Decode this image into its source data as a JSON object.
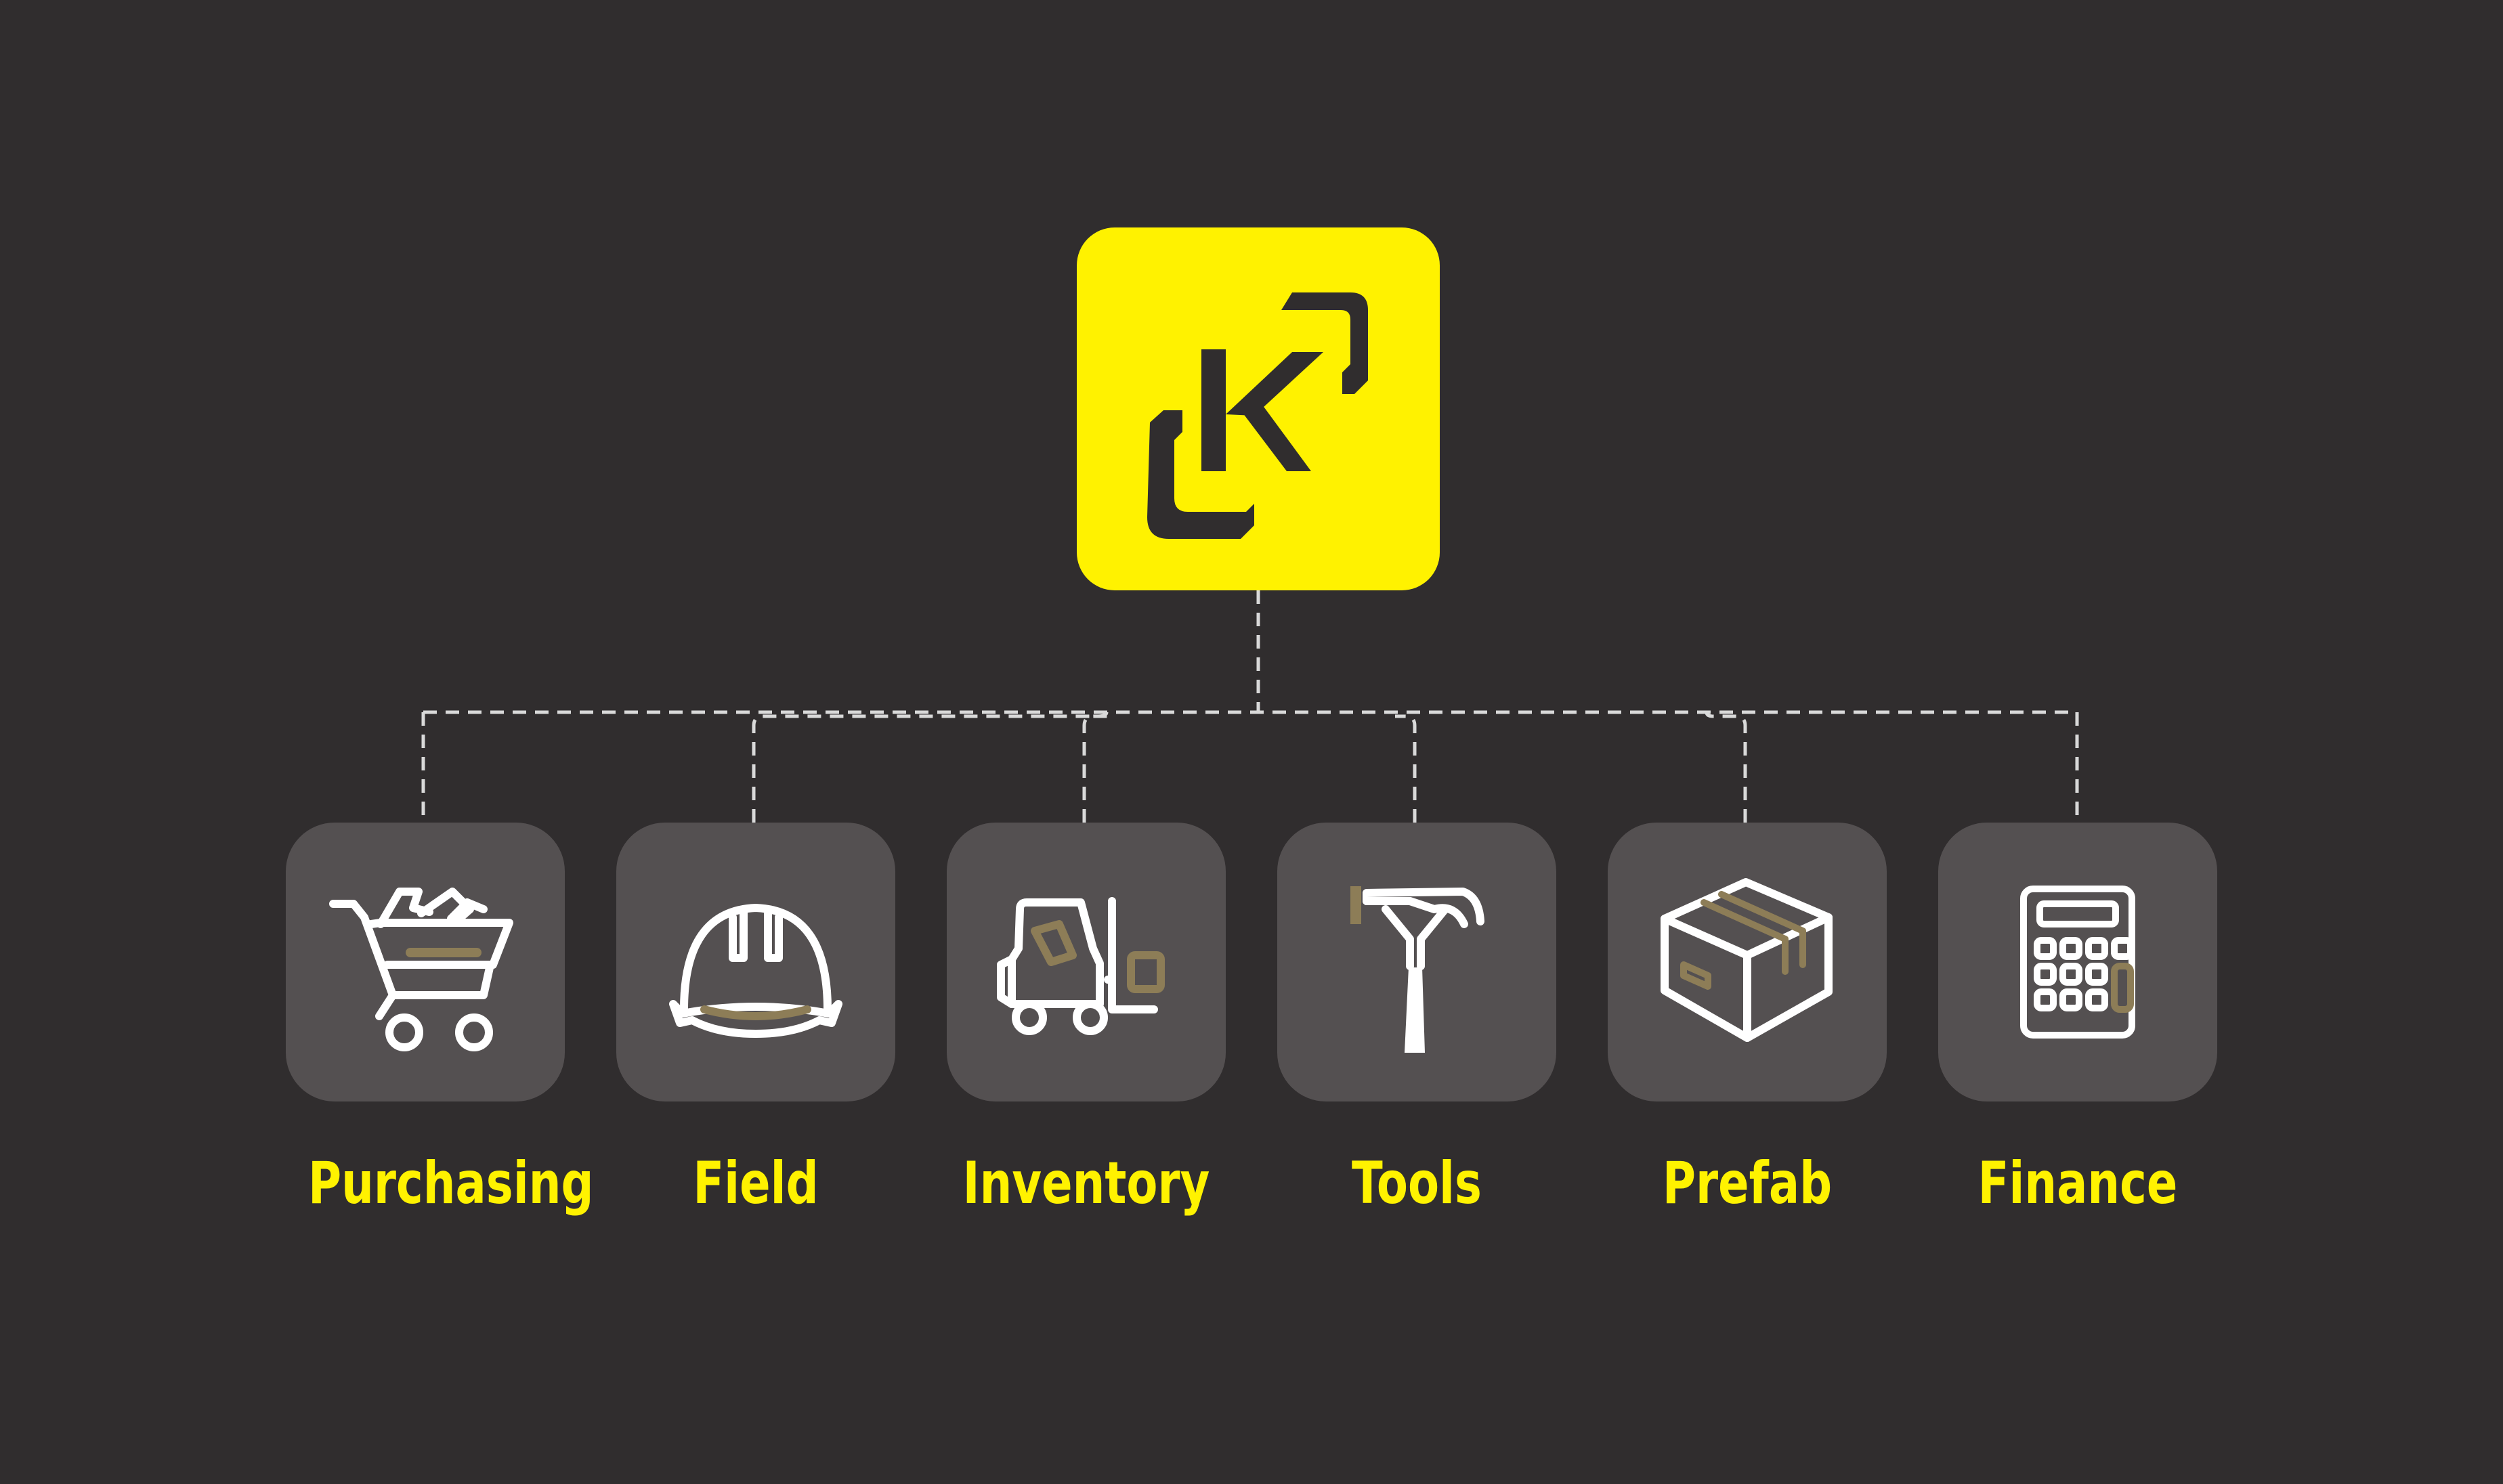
{
  "colors": {
    "background": "#302d2e",
    "brand_yellow": "#fff200",
    "module_tile": "#545051",
    "icon_white": "#ffffff",
    "icon_accent": "#8d7d57",
    "connector": "#d9d9d9"
  },
  "logo": {
    "icon": "k-logo-icon"
  },
  "modules": [
    {
      "label": "Purchasing",
      "icon": "shopping-cart-icon"
    },
    {
      "label": "Field",
      "icon": "hard-hat-icon"
    },
    {
      "label": "Inventory",
      "icon": "forklift-icon"
    },
    {
      "label": "Tools",
      "icon": "hammer-icon"
    },
    {
      "label": "Prefab",
      "icon": "box-icon"
    },
    {
      "label": "Finance",
      "icon": "calculator-icon"
    }
  ]
}
